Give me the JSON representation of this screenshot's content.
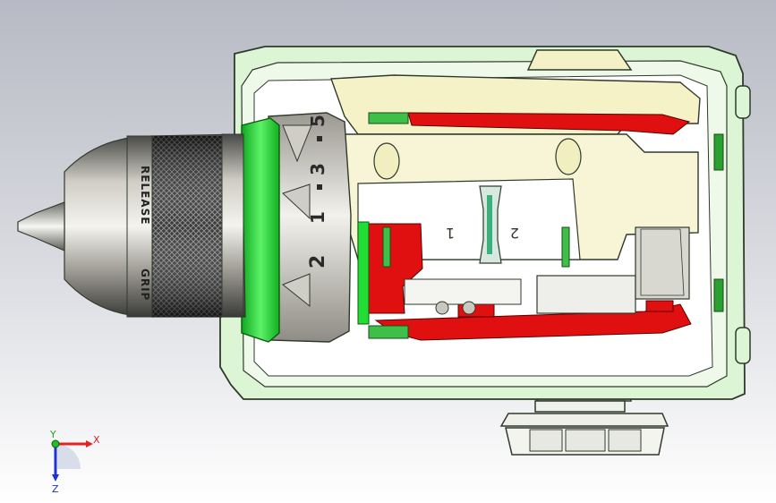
{
  "chuck": {
    "label_grip": "GRIP",
    "label_release": "RELEASE",
    "clutch_digits": [
      "1",
      "3",
      "5"
    ],
    "clutch_mark": "2"
  },
  "gearbox": {
    "speed_marks": [
      "1",
      "2"
    ]
  },
  "triad": {
    "x_label": "X",
    "y_label": "Y",
    "z_label": "Z",
    "x_color": "#e82020",
    "y_color": "#20c020",
    "z_color": "#2030d0"
  },
  "colors": {
    "background_top": "#b9bcc6",
    "background_bottom": "#ffffff",
    "housing": "#dcf5d4",
    "housing_edge": "#2f3a2c",
    "clutch_ring": "#22dd33",
    "red_parts": "#e01010",
    "gear_cream": "#f5f2c8"
  }
}
